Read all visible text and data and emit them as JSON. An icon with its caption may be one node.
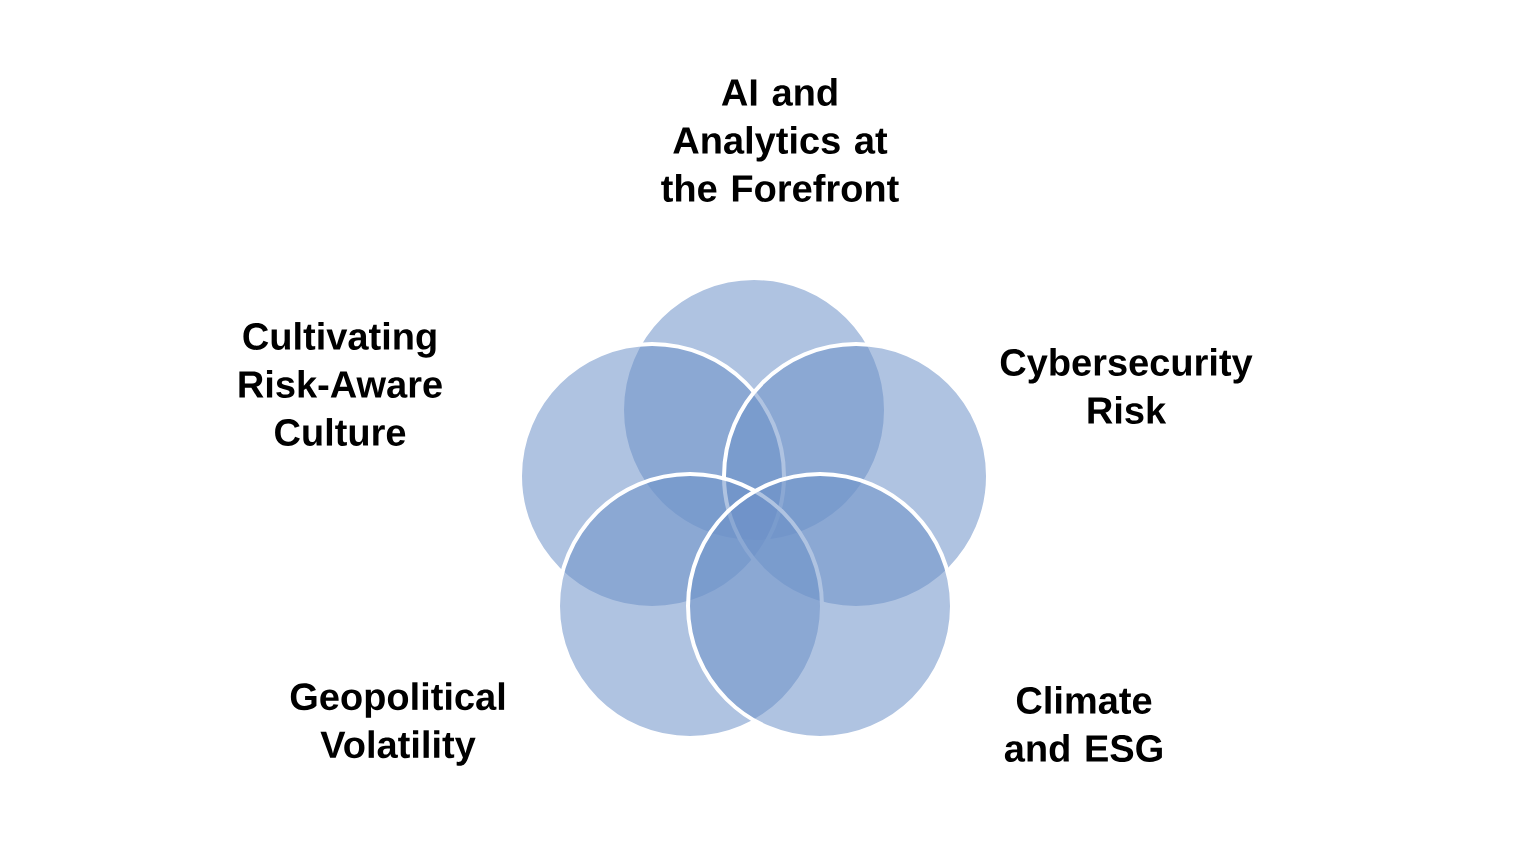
{
  "diagram": {
    "nodes": [
      {
        "text": [],
        "shape": "circle",
        "beside": [
          "AI and Analytics at the Forefront"
        ]
      },
      {
        "text": [],
        "shape": "circle",
        "beside": [
          "Cultivating Risk-Aware Culture"
        ]
      },
      {
        "text": [],
        "shape": "circle",
        "beside": [
          "Cybersecurity Risk"
        ]
      },
      {
        "text": [],
        "shape": "circle",
        "beside": [
          "Geopolitical Volatility"
        ]
      },
      {
        "text": [],
        "shape": "circle",
        "beside": [
          "Climate and ESG"
        ]
      }
    ]
  }
}
